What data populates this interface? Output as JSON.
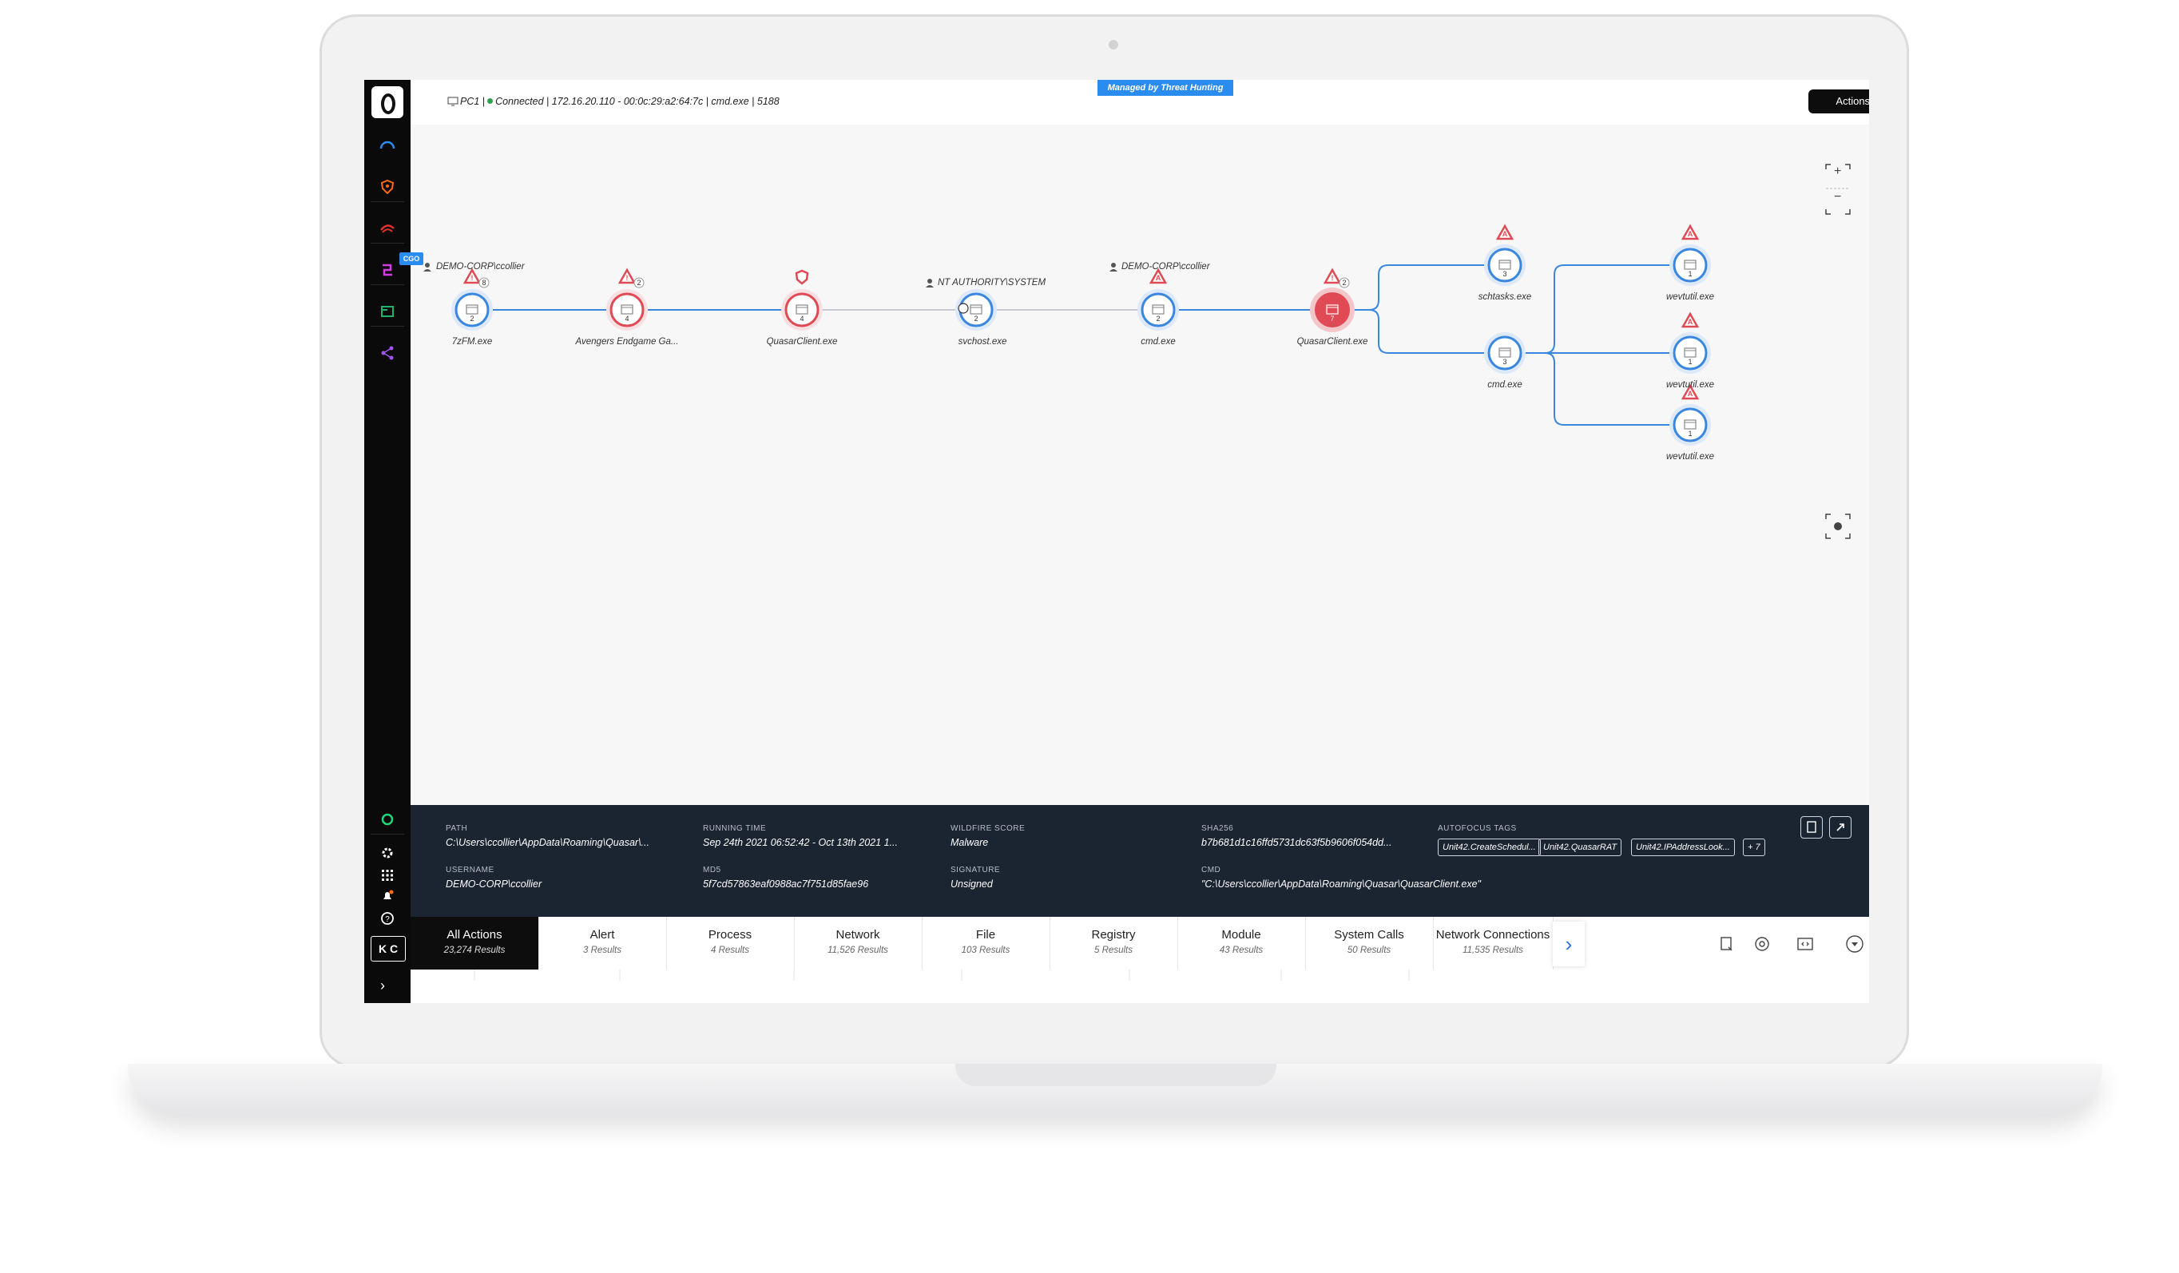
{
  "header": {
    "host": "PC1",
    "status": "Connected",
    "connection_info": "172.16.20.110 - 00:0c:29:a2:64:7c | cmd.exe | 5188",
    "managed_badge": "Managed by Threat Hunting",
    "actions_label": "Actions ⌄"
  },
  "sidebar": {
    "icons": [
      "dashboard-gauge-icon",
      "shield-icon",
      "incident-swoosh-icon",
      "endpoint-icon",
      "assets-icon",
      "graph-icon"
    ],
    "bottom_icons": [
      "status-ring-icon",
      "gear-icon",
      "apps-grid-icon",
      "notification-icon",
      "help-icon"
    ],
    "avatar": "K C",
    "expand": "›"
  },
  "graph": {
    "user_labels": [
      "DEMO-CORP\\ccollier",
      "NT AUTHORITY\\SYSTEM",
      "DEMO-CORP\\ccollier"
    ],
    "cgo_badge": "CGO",
    "nodes": [
      {
        "label": "7zFM.exe",
        "count": "2",
        "alerts": "8"
      },
      {
        "label": "Avengers Endgame Ga...",
        "count": "4",
        "alerts": "2"
      },
      {
        "label": "QuasarClient.exe",
        "count": "4"
      },
      {
        "label": "svchost.exe",
        "count": "2"
      },
      {
        "label": "cmd.exe",
        "count": "2"
      },
      {
        "label": "QuasarClient.exe",
        "count": "7",
        "alerts": "2"
      },
      {
        "label": "schtasks.exe",
        "count": "3"
      },
      {
        "label": "cmd.exe",
        "count": "3"
      },
      {
        "label": "wevtutil.exe",
        "count": "1"
      },
      {
        "label": "wevtutil.exe",
        "count": "1"
      },
      {
        "label": "wevtutil.exe",
        "count": "1"
      }
    ],
    "alert_letter": "A",
    "zoom_in": "+",
    "zoom_out": "−"
  },
  "details": {
    "path_label": "PATH",
    "path_value": "C:\\Users\\ccollier\\AppData\\Roaming\\Quasar\\...",
    "running_time_label": "RUNNING TIME",
    "running_time_value": "Sep 24th 2021 06:52:42 - Oct 13th 2021 1...",
    "wildfire_label": "WILDFIRE SCORE",
    "wildfire_value": "Malware",
    "sha256_label": "SHA256",
    "sha256_value": "b7b681d1c16ffd5731dc63f5b9606f054dd...",
    "autofocus_label": "AUTOFOCUS TAGS",
    "tags": [
      "Unit42.CreateSchedul...",
      "Unit42.QuasarRAT",
      "Unit42.IPAddressLook...",
      "+ 7"
    ],
    "username_label": "USERNAME",
    "username_value": "DEMO-CORP\\ccollier",
    "md5_label": "MD5",
    "md5_value": "5f7cd57863eaf0988ac7f751d85fae96",
    "signature_label": "SIGNATURE",
    "signature_value": "Unsigned",
    "cmd_label": "CMD",
    "cmd_value": "\"C:\\Users\\ccollier\\AppData\\Roaming\\Quasar\\QuasarClient.exe\""
  },
  "tabs": [
    {
      "name": "All Actions",
      "count": "23,274 Results"
    },
    {
      "name": "Alert",
      "count": "3 Results"
    },
    {
      "name": "Process",
      "count": "4 Results"
    },
    {
      "name": "Network",
      "count": "11,526 Results"
    },
    {
      "name": "File",
      "count": "103 Results"
    },
    {
      "name": "Registry",
      "count": "5 Results"
    },
    {
      "name": "Module",
      "count": "43 Results"
    },
    {
      "name": "System Calls",
      "count": "50 Results"
    },
    {
      "name": "Network Connections",
      "count": "11,535 Results"
    }
  ],
  "tab_next": "›",
  "toolbar_more": "⋮",
  "colors": {
    "accent_blue": "#2b8cf0",
    "alert_red": "#e04a55",
    "dark": "#1b2431"
  }
}
